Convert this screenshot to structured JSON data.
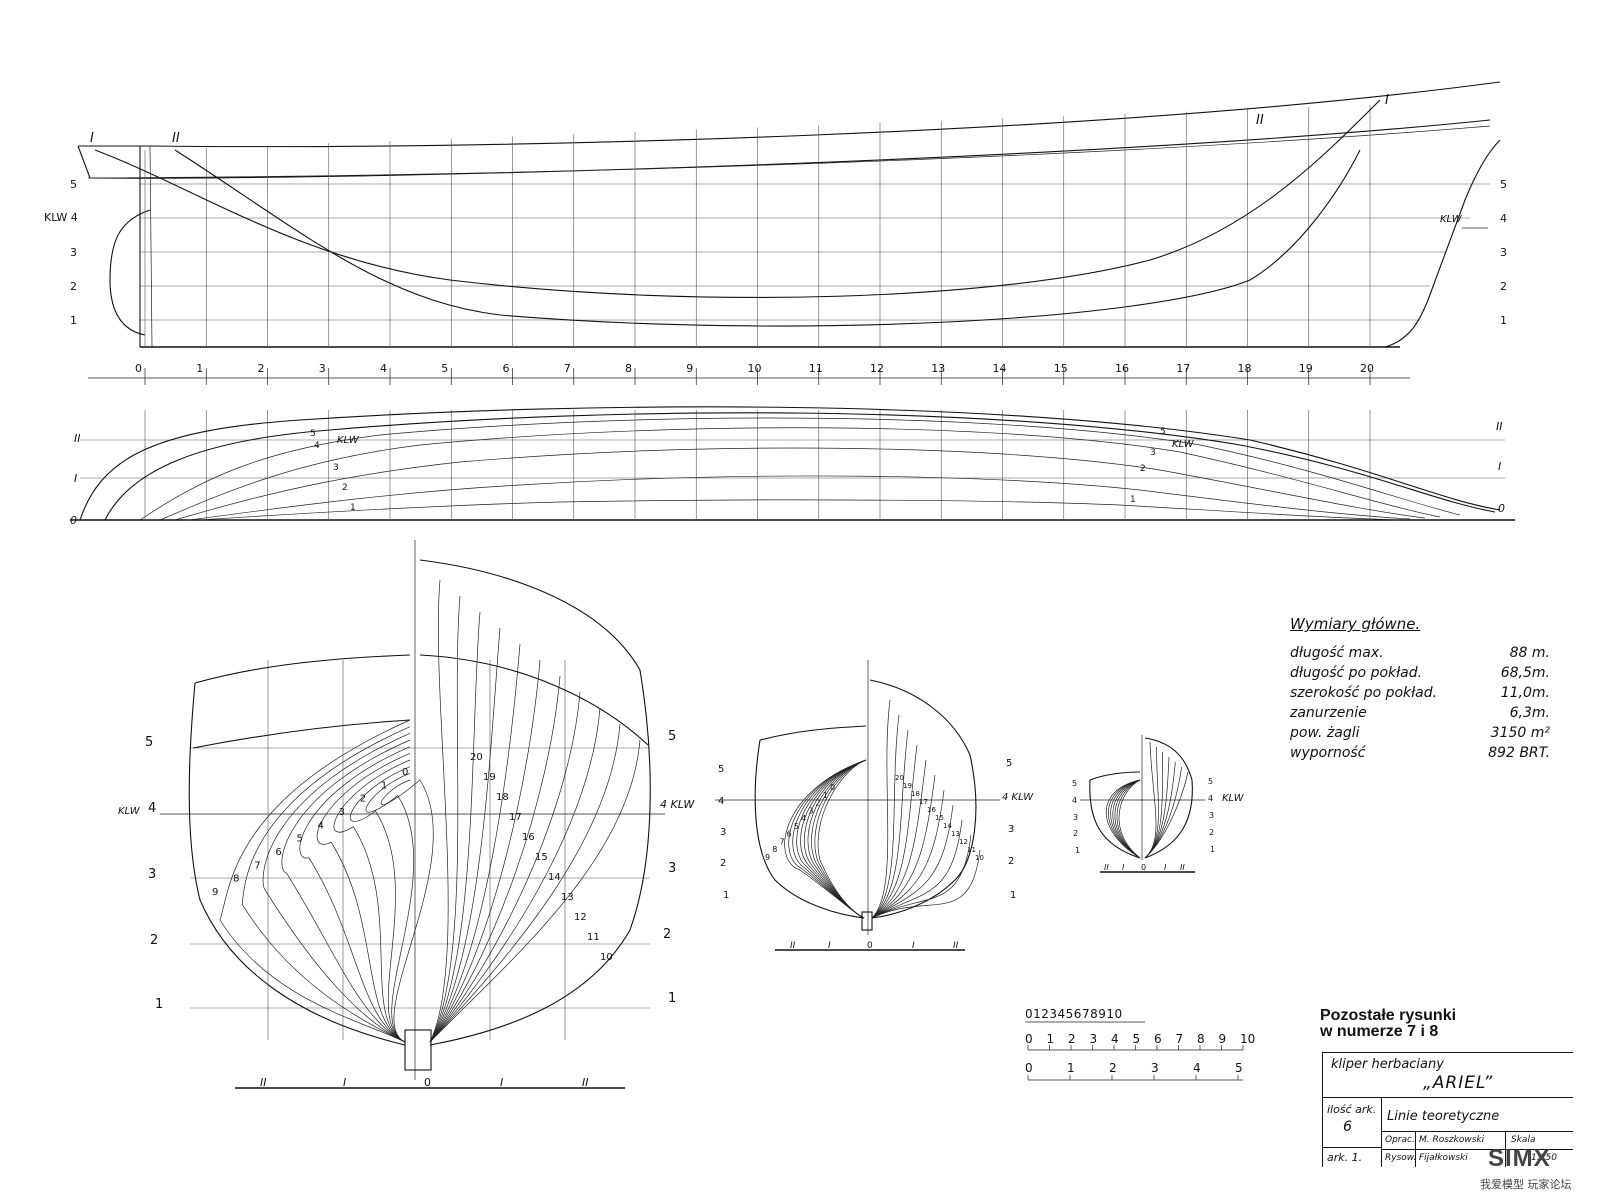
{
  "profile": {
    "stations": [
      "0",
      "1",
      "2",
      "3",
      "4",
      "5",
      "6",
      "7",
      "8",
      "9",
      "10",
      "11",
      "12",
      "13",
      "14",
      "15",
      "16",
      "17",
      "18",
      "19",
      "20"
    ],
    "waterlines_left": [
      "5",
      "KLW 4",
      "3",
      "2",
      "1"
    ],
    "waterlines_right": [
      "5",
      "4",
      "3",
      "2",
      "1"
    ],
    "klw_right": "KLW",
    "buttock_left": [
      "I",
      "II"
    ],
    "buttock_right": [
      "II",
      "I"
    ]
  },
  "half_breadth": {
    "left_labels": [
      "II",
      "I",
      "0"
    ],
    "right_labels": [
      "II",
      "I",
      "0"
    ],
    "curve_labels_left": [
      "5",
      "4",
      "KLW",
      "3",
      "2",
      "1"
    ],
    "curve_labels_right": [
      "5",
      "KLW",
      "3",
      "2",
      "1"
    ]
  },
  "body_large": {
    "left_wl": [
      "5",
      "KLW",
      "4",
      "3",
      "2",
      "1"
    ],
    "right_wl": [
      "5",
      "4 KLW",
      "3",
      "2",
      "1"
    ],
    "aft_sections": [
      "0",
      "1",
      "2",
      "3",
      "4",
      "5",
      "6",
      "7",
      "8",
      "9"
    ],
    "fore_sections": [
      "20",
      "19",
      "18",
      "17",
      "16",
      "15",
      "14",
      "13",
      "12",
      "11",
      "10"
    ],
    "base": [
      "II",
      "I",
      "0",
      "I",
      "II"
    ]
  },
  "body_medium": {
    "left_wl": [
      "5",
      "4",
      "3",
      "2",
      "1"
    ],
    "right_wl": [
      "5",
      "4 KLW",
      "3",
      "2",
      "1"
    ],
    "sections_aft": [
      "0",
      "1",
      "2",
      "3",
      "4",
      "5",
      "6",
      "7",
      "8",
      "9"
    ],
    "sections_fore": [
      "20",
      "19",
      "18",
      "17",
      "16",
      "15",
      "14",
      "13",
      "12",
      "11",
      "10"
    ],
    "base": [
      "II",
      "I",
      "0",
      "I",
      "II"
    ]
  },
  "body_small": {
    "left_wl": [
      "5",
      "4",
      "3",
      "2",
      "1"
    ],
    "right_wl": [
      "5",
      "4",
      "3",
      "2",
      "1"
    ],
    "klw": "KLW",
    "base": [
      "II",
      "I",
      "0",
      "I",
      "II"
    ]
  },
  "dimensions": {
    "title": "Wymiary główne.",
    "rows": [
      {
        "label": "długość max.",
        "value": "88 m."
      },
      {
        "label": "długość po pokład.",
        "value": "68,5m."
      },
      {
        "label": "szerokość po pokład.",
        "value": "11,0m."
      },
      {
        "label": "zanurzenie",
        "value": "6,3m."
      },
      {
        "label": "pow. żagli",
        "value": "3150 m²"
      },
      {
        "label": "wyporność",
        "value": "892 BRT."
      }
    ]
  },
  "scales": {
    "bar1": "012345678910",
    "bar2": [
      "0",
      "1",
      "2",
      "3",
      "4",
      "5",
      "6",
      "7",
      "8",
      "9",
      "10"
    ],
    "bar3": [
      "0",
      "1",
      "2",
      "3",
      "4",
      "5"
    ]
  },
  "other_drawings": {
    "line1": "Pozostałe rysunki",
    "line2": "w numerze 7 i 8"
  },
  "title_block": {
    "type": "kliper herbaciany",
    "name": "„ARIEL”",
    "sheets_label": "ilość ark.",
    "sheets": "6",
    "sheet_no": "ark. 1.",
    "drawing": "Linie teoretyczne",
    "designed_label": "Oprac.",
    "designer": "M. Roszkowski",
    "drawn_label": "Rysow.",
    "drafter": "Fijałkowski",
    "scale_label": "Skala",
    "scale": "1:150"
  },
  "watermark": {
    "text": "SIMX",
    "sub": "我爱模型 玩家论坛"
  }
}
